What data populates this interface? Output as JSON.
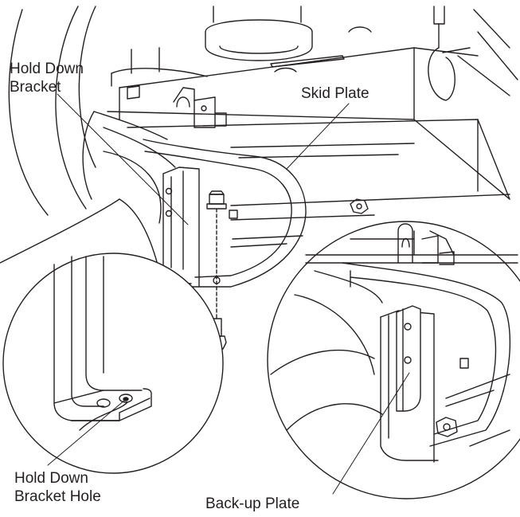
{
  "labels": {
    "hold_down_bracket": [
      "Hold Down",
      "Bracket"
    ],
    "skid_plate": "Skid Plate",
    "hold_down_bracket_hole": [
      "Hold Down",
      "Bracket Hole"
    ],
    "backup_plate": "Back-up Plate"
  },
  "colors": {
    "line": "#231f20",
    "fill": "#ffffff",
    "text": "#231f20"
  }
}
